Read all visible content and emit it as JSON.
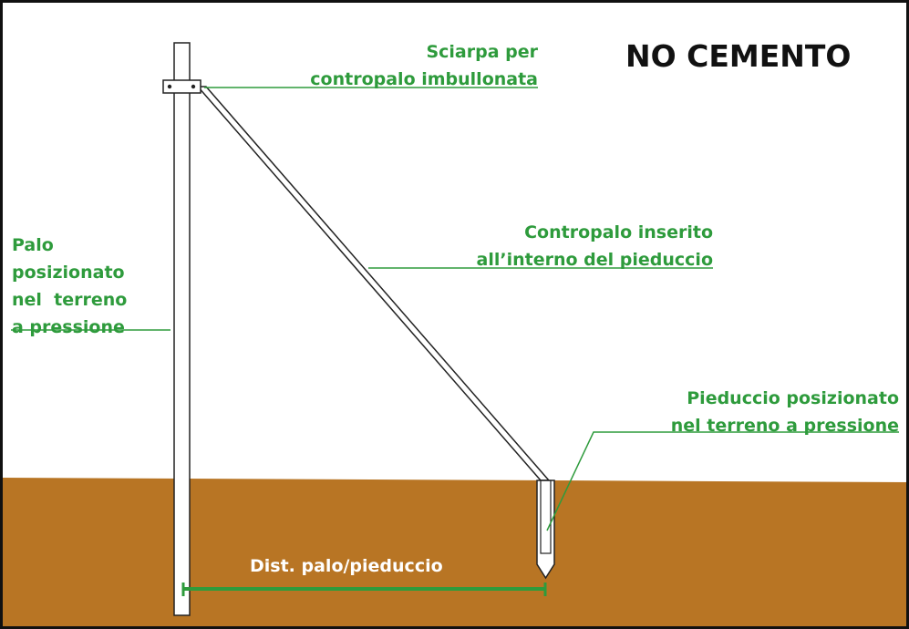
{
  "title": "NO CEMENTO",
  "labels": {
    "clamp": [
      "Sciarpa per",
      "contropalo imbullonata"
    ],
    "brace": [
      "Contropalo inserito",
      "all’interno del pieduccio"
    ],
    "post": [
      "Palo",
      "posizionato",
      "nel  terreno",
      "a pressione"
    ],
    "stake": [
      "Pieduccio posizionato",
      "nel terreno a pressione"
    ],
    "distance": "Dist. palo/pieduccio"
  },
  "colors": {
    "ground": "#b87524",
    "label_green": "#2e9b3c",
    "outline": "#111111",
    "sky": "#ffffff"
  }
}
